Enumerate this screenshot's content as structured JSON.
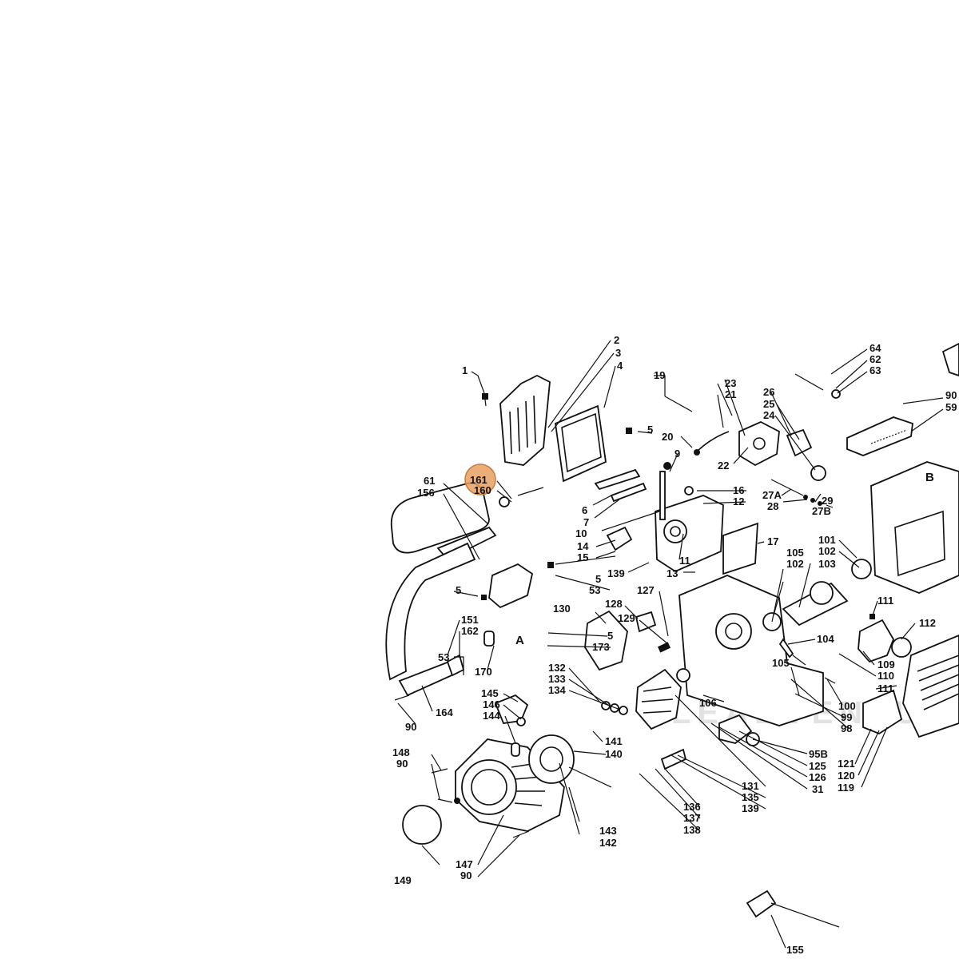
{
  "diagram": {
    "watermark": "LEADVENTURE",
    "section_markers": {
      "a": "A",
      "b": "B"
    },
    "highlighted_part": {
      "number": "161",
      "color": "#e8a062"
    },
    "labels": {
      "p1": "1",
      "p2": "2",
      "p3": "3",
      "p4": "4",
      "p5a": "5",
      "p5b": "5",
      "p5c": "5",
      "p5d": "5",
      "p6": "6",
      "p7": "7",
      "p9": "9",
      "p10": "10",
      "p11": "11",
      "p12": "12",
      "p13": "13",
      "p14": "14",
      "p15": "15",
      "p16": "16",
      "p17": "17",
      "p19": "19",
      "p20": "20",
      "p21": "21",
      "p22": "22",
      "p23": "23",
      "p24": "24",
      "p25": "25",
      "p26": "26",
      "p27a": "27A",
      "p27b": "27B",
      "p28": "28",
      "p29": "29",
      "p31": "31",
      "p53a": "53",
      "p53b": "53",
      "p59": "59",
      "p61": "61",
      "p62": "62",
      "p63": "63",
      "p64": "64",
      "p90a": "90",
      "p90b": "90",
      "p90c": "90",
      "p90d": "90",
      "p95b": "95B",
      "p98": "98",
      "p99": "99",
      "p100": "100",
      "p101": "101",
      "p102a": "102",
      "p102b": "102",
      "p103": "103",
      "p104": "104",
      "p105a": "105",
      "p105b": "105",
      "p106": "106",
      "p109": "109",
      "p110": "110",
      "p111a": "111",
      "p111b": "111",
      "p112": "112",
      "p119": "119",
      "p120": "120",
      "p121": "121",
      "p125": "125",
      "p126": "126",
      "p127": "127",
      "p128": "128",
      "p129": "129",
      "p130": "130",
      "p131": "131",
      "p132": "132",
      "p133": "133",
      "p134": "134",
      "p135": "135",
      "p136": "136",
      "p137": "137",
      "p138": "138",
      "p139a": "139",
      "p139b": "139",
      "p140": "140",
      "p141": "141",
      "p142": "142",
      "p143": "143",
      "p144": "144",
      "p145": "145",
      "p146": "146",
      "p147": "147",
      "p148": "148",
      "p149": "149",
      "p151": "151",
      "p155": "155",
      "p156": "156",
      "p160": "160",
      "p161": "161",
      "p162": "162",
      "p164": "164",
      "p170": "170",
      "p173": "173"
    }
  }
}
